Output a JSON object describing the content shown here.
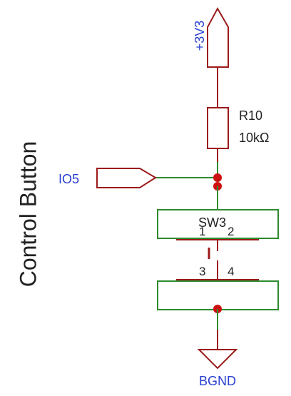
{
  "title": "Control Button",
  "power_label": "+3V3",
  "ground_label": "BGND",
  "port_label": "IO5",
  "resistor": {
    "designator": "R10",
    "value": "10kΩ"
  },
  "switch": {
    "designator": "SW3",
    "pins": [
      "1",
      "2",
      "3",
      "4"
    ]
  },
  "colors": {
    "symbol": "#9b1a1a",
    "wire": "#2e8b2e",
    "junction": "#cc1111",
    "net_label": "#2a3fd0",
    "text": "#222222"
  }
}
